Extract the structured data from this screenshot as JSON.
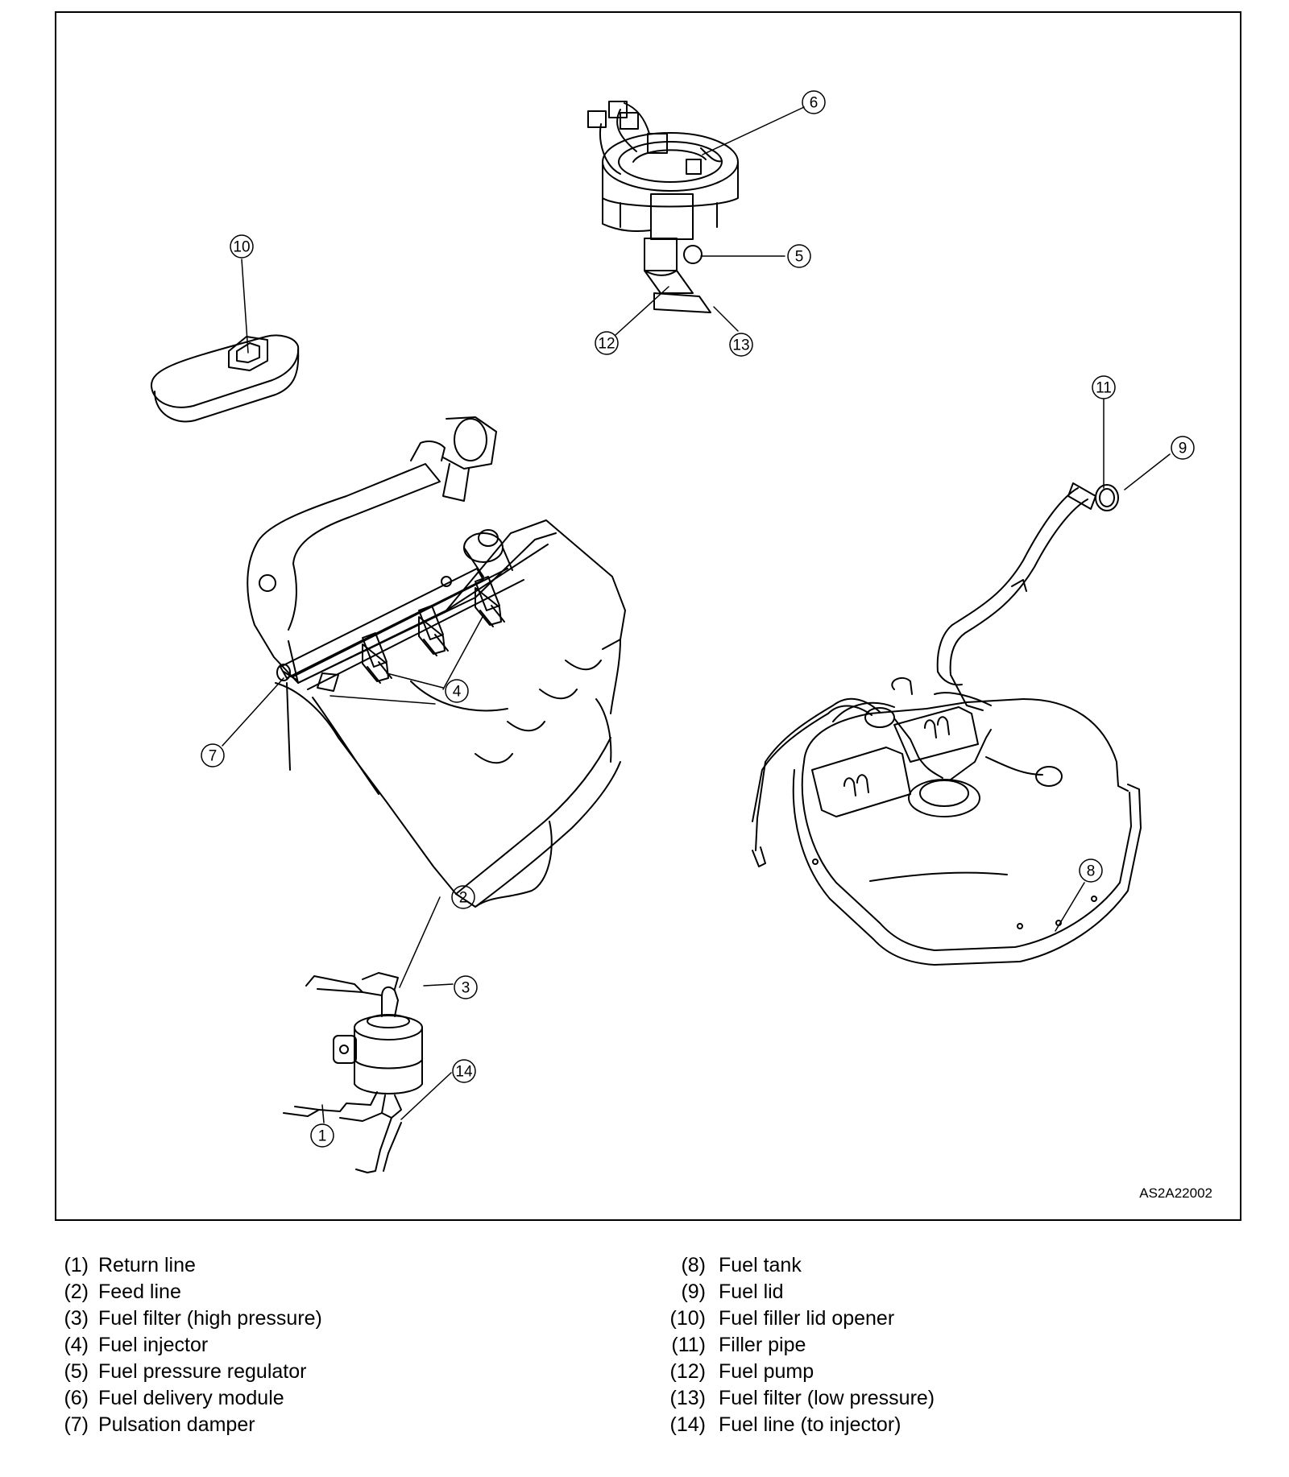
{
  "figure": {
    "code": "AS2A22002",
    "callouts": [
      {
        "id": "1",
        "glyph": "①",
        "label": "Return line"
      },
      {
        "id": "2",
        "glyph": "②",
        "label": "Feed line"
      },
      {
        "id": "3",
        "glyph": "③",
        "label": "Fuel filter (high pressure)"
      },
      {
        "id": "4",
        "glyph": "④",
        "label": "Fuel injector"
      },
      {
        "id": "5",
        "glyph": "⑤",
        "label": "Fuel pressure regulator"
      },
      {
        "id": "6",
        "glyph": "⑥",
        "label": "Fuel delivery module"
      },
      {
        "id": "7",
        "glyph": "⑦",
        "label": "Pulsation damper"
      },
      {
        "id": "8",
        "glyph": "⑧",
        "label": "Fuel tank"
      },
      {
        "id": "9",
        "glyph": "⑨",
        "label": "Fuel lid"
      },
      {
        "id": "10",
        "glyph": "⑩",
        "label": "Fuel filler lid opener"
      },
      {
        "id": "11",
        "glyph": "⑪",
        "label": "Filler pipe"
      },
      {
        "id": "12",
        "glyph": "⑫",
        "label": "Fuel pump"
      },
      {
        "id": "13",
        "glyph": "⑬",
        "label": "Fuel filter (low pressure)"
      },
      {
        "id": "14",
        "glyph": "⑭",
        "label": "Fuel line (to injector)"
      }
    ]
  },
  "legend": {
    "left": [
      {
        "num": "(1)",
        "label": "Return line"
      },
      {
        "num": "(2)",
        "label": "Feed line"
      },
      {
        "num": "(3)",
        "label": "Fuel filter (high pressure)"
      },
      {
        "num": "(4)",
        "label": "Fuel injector"
      },
      {
        "num": "(5)",
        "label": "Fuel pressure regulator"
      },
      {
        "num": "(6)",
        "label": "Fuel delivery module"
      },
      {
        "num": "(7)",
        "label": "Pulsation damper"
      }
    ],
    "right": [
      {
        "num": "(8)",
        "label": "Fuel tank"
      },
      {
        "num": "(9)",
        "label": "Fuel lid"
      },
      {
        "num": "(10)",
        "label": "Fuel filler lid opener"
      },
      {
        "num": "(11)",
        "label": "Filler pipe"
      },
      {
        "num": "(12)",
        "label": "Fuel pump"
      },
      {
        "num": "(13)",
        "label": "Fuel filter (low pressure)"
      },
      {
        "num": "(14)",
        "label": "Fuel line (to injector)"
      }
    ]
  }
}
